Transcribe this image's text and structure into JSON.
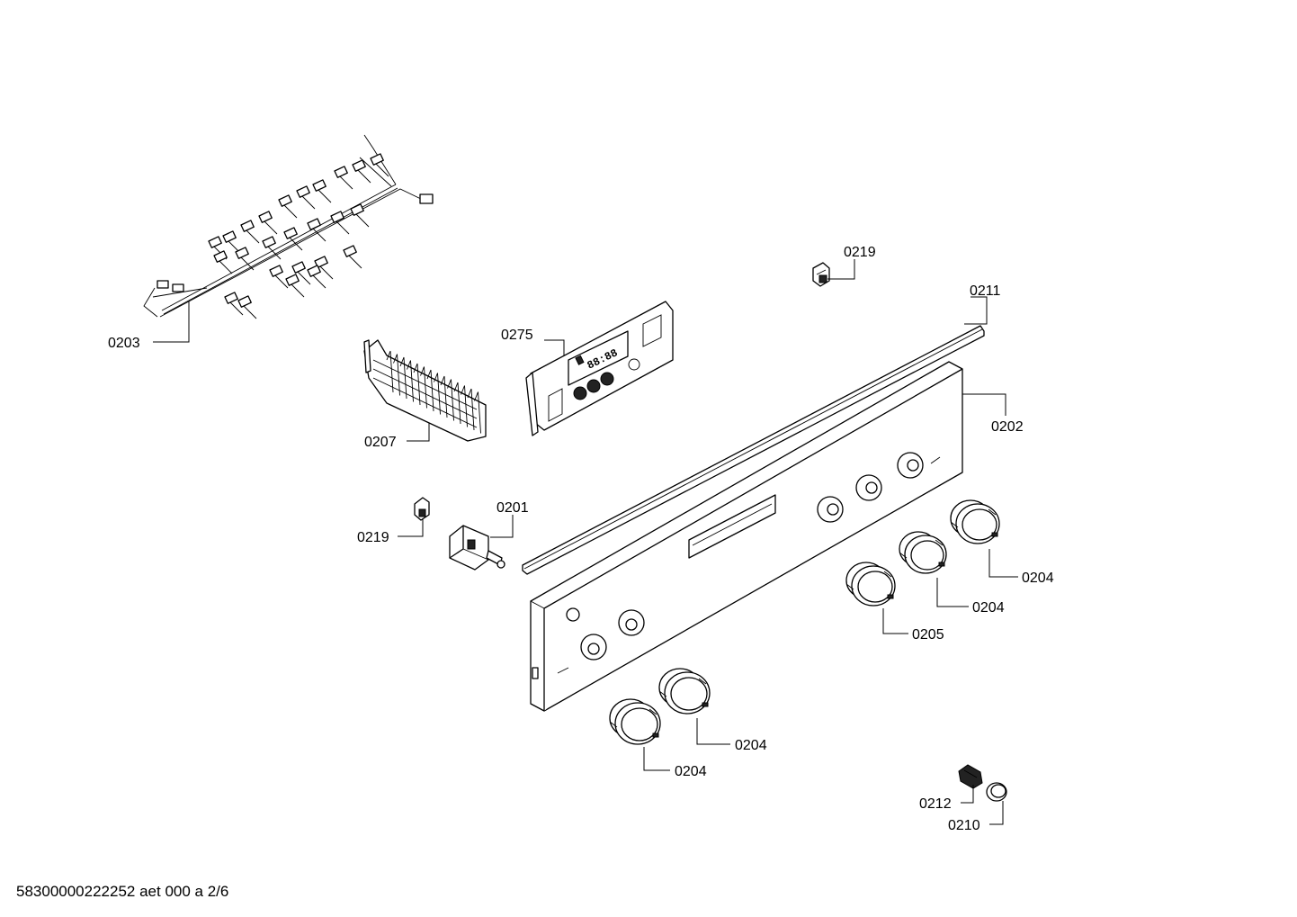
{
  "reference": "58300000222252 aet 000 a 2/6",
  "labels": {
    "p0203": "0203",
    "p0207": "0207",
    "p0275": "0275",
    "p0219_top": "0219",
    "p0211": "0211",
    "p0202": "0202",
    "p0219_left": "0219",
    "p0201": "0201",
    "p0204_a": "0204",
    "p0204_b": "0204",
    "p0205": "0205",
    "p0204_c": "0204",
    "p0204_d": "0204",
    "p0212": "0212",
    "p0210": "0210"
  }
}
